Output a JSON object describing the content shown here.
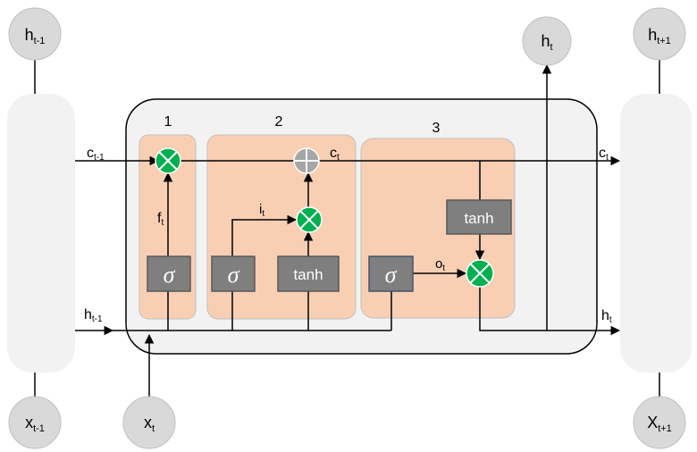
{
  "colors": {
    "gate_box": "#f9cfb4",
    "cell_body": "#f2f2f2",
    "neighbor_cell": "#f2f2f2",
    "node_fill": "#d9d9d9",
    "activation_fill": "#7f7f7f",
    "multiply_op": "#00b050",
    "add_op": "#a6a6a6",
    "line": "#000000"
  },
  "section_numbers": {
    "forget": "1",
    "input": "2",
    "output": "3"
  },
  "activations": {
    "sigma": "σ",
    "tanh_input": "tanh",
    "tanh_output": "tanh"
  },
  "nodes": {
    "h_prev_top": {
      "base": "h",
      "sub": "t-1"
    },
    "h_curr_top": {
      "base": "h",
      "sub": "t"
    },
    "h_next_top": {
      "base": "h",
      "sub": "t+1"
    },
    "x_prev": {
      "base": "x",
      "sub": "t-1"
    },
    "x_curr": {
      "base": "x",
      "sub": "t"
    },
    "x_next": {
      "base": "X",
      "sub": "t+1"
    }
  },
  "line_labels": {
    "c_prev": {
      "base": "c",
      "sub": "t-1"
    },
    "c_mid": {
      "base": "c",
      "sub": "t"
    },
    "c_out": {
      "base": "c",
      "sub": "t"
    },
    "h_in": {
      "base": "h",
      "sub": "t-1"
    },
    "h_out": {
      "base": "h",
      "sub": "t"
    },
    "f_t": {
      "base": "f",
      "sub": "t"
    },
    "i_t": {
      "base": "i",
      "sub": "t"
    },
    "o_t": {
      "base": "o",
      "sub": "t"
    }
  }
}
